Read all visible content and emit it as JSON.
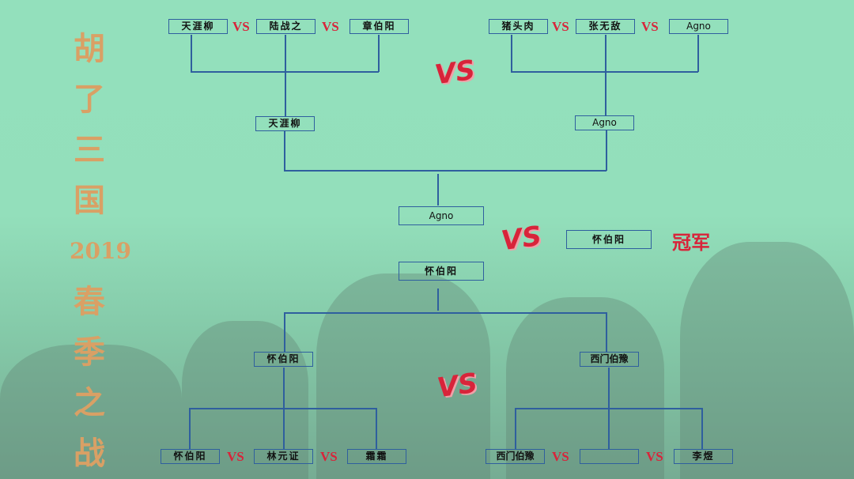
{
  "title": {
    "c1": "胡",
    "c2": "了",
    "c3": "三",
    "c4": "国",
    "year": "2019",
    "c5": "春",
    "c6": "季",
    "c7": "之",
    "c8": "战"
  },
  "vs": "VS",
  "top_left": {
    "p1": "天涯柳",
    "p2": "陆战之",
    "p3": "章伯阳",
    "winner": "天涯柳"
  },
  "top_right": {
    "p1": "猪头肉",
    "p2": "张无敌",
    "p3": "Agno",
    "winner": "Agno"
  },
  "final": {
    "top": "Agno",
    "bottom": "怀伯阳",
    "champion": "怀伯阳",
    "champion_label": "冠军"
  },
  "bottom_left": {
    "p1": "怀伯阳",
    "p2": "林元证",
    "p3": "霜霜",
    "winner": "怀伯阳"
  },
  "bottom_right": {
    "p1": "西门伯豫",
    "p2": "",
    "p3": "李煜",
    "winner": "西门伯豫"
  },
  "colors": {
    "line": "#2f5f9e",
    "vs": "#d8243a",
    "title": "#d9a065"
  }
}
